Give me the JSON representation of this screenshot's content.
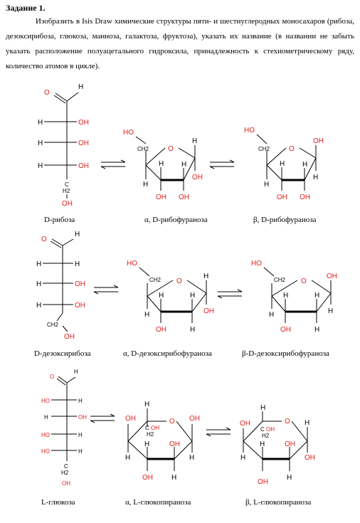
{
  "heading": "Задание 1.",
  "paragraph": "Изобразить в Isis Draw химические структуры пяти- и шестиуглеродных моносахаров (рибоза, дезоксирибоза, глюкоза, манноза, галактоза, фруктоза), указать их название (в названии не забыть указать расположение полуацетального гидроксила, принадлежность к стехиометрическому ряду, количество атомов в цикле).",
  "atoms": {
    "O": "O",
    "H": "H",
    "OH": "OH",
    "HO": "HO",
    "C": "C",
    "H2": "H2",
    "CH2": "CH2"
  },
  "colors": {
    "heteroatom": "#e02020",
    "carbon_hydrogen": "#000000"
  },
  "rows": [
    {
      "captions": [
        "D-рибоза",
        "α, D-рибофураноза",
        "β, D-рибофураноза"
      ]
    },
    {
      "captions": [
        "D-дезоксирибоза",
        "α, D-дезоксирибофураноза",
        "β-D-дезоксирибофураноза"
      ]
    },
    {
      "captions": [
        "L-глюкоза",
        "α, L-глюкопираноза",
        "β, L-глюкопираноза"
      ]
    }
  ]
}
